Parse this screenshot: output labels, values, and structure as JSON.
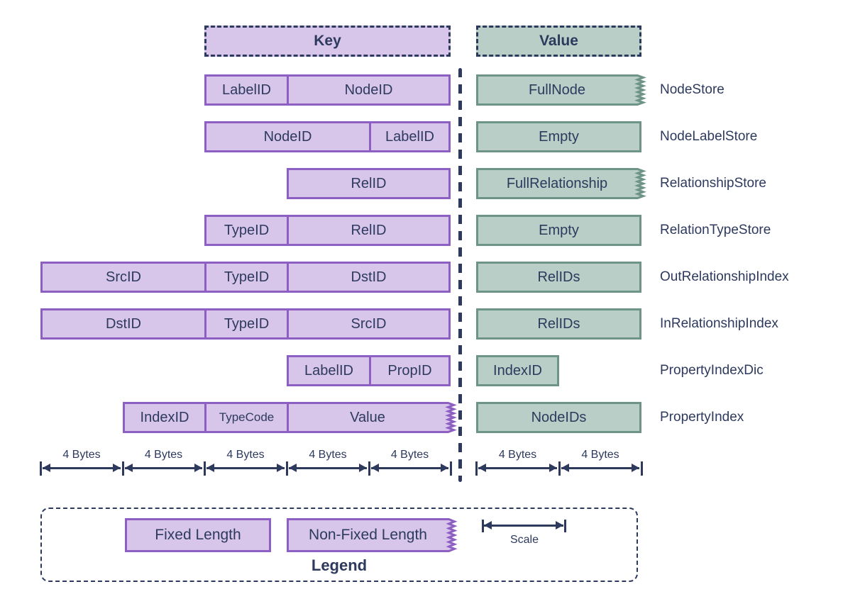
{
  "palette": {
    "key_fill": "#d7c6ea",
    "key_border": "#8e5fc2",
    "value_fill": "#b8cec6",
    "value_border": "#6e9487",
    "ink": "#2d3a5e",
    "bg": "#ffffff"
  },
  "headers": {
    "key": "Key",
    "value": "Value"
  },
  "rows": [
    {
      "store": "NodeStore",
      "key_segments": [
        {
          "label": "LabelID"
        },
        {
          "label": "NodeID"
        }
      ],
      "value": {
        "label": "FullNode",
        "jagged": true
      }
    },
    {
      "store": "NodeLabelStore",
      "key_segments": [
        {
          "label": "NodeID"
        },
        {
          "label": "LabelID"
        }
      ],
      "value": {
        "label": "Empty",
        "jagged": false
      }
    },
    {
      "store": "RelationshipStore",
      "key_segments": [
        {
          "label": "RelID"
        }
      ],
      "value": {
        "label": "FullRelationship",
        "jagged": true
      }
    },
    {
      "store": "RelationTypeStore",
      "key_segments": [
        {
          "label": "TypeID"
        },
        {
          "label": "RelID"
        }
      ],
      "value": {
        "label": "Empty",
        "jagged": false
      }
    },
    {
      "store": "OutRelationshipIndex",
      "key_segments": [
        {
          "label": "SrcID"
        },
        {
          "label": "TypeID"
        },
        {
          "label": "DstID"
        }
      ],
      "value": {
        "label": "RelIDs",
        "jagged": false
      }
    },
    {
      "store": "InRelationshipIndex",
      "key_segments": [
        {
          "label": "DstID"
        },
        {
          "label": "TypeID"
        },
        {
          "label": "SrcID"
        }
      ],
      "value": {
        "label": "RelIDs",
        "jagged": false
      }
    },
    {
      "store": "PropertyIndexDic",
      "key_segments": [
        {
          "label": "LabelID"
        },
        {
          "label": "PropID"
        }
      ],
      "value": {
        "label": "IndexID",
        "jagged": false
      }
    },
    {
      "store": "PropertyIndex",
      "key_segments": [
        {
          "label": "IndexID"
        },
        {
          "label": "TypeCode"
        },
        {
          "label": "Value",
          "jagged": true
        }
      ],
      "value": {
        "label": "NodeIDs",
        "jagged": false
      }
    }
  ],
  "scale": {
    "key": [
      "4 Bytes",
      "4 Bytes",
      "4 Bytes",
      "4 Bytes",
      "4 Bytes"
    ],
    "value": [
      "4 Bytes",
      "4 Bytes"
    ]
  },
  "legend": {
    "title": "Legend",
    "fixed_label": "Fixed Length",
    "non_fixed_label": "Non-Fixed Length",
    "scale_label": "Scale"
  }
}
